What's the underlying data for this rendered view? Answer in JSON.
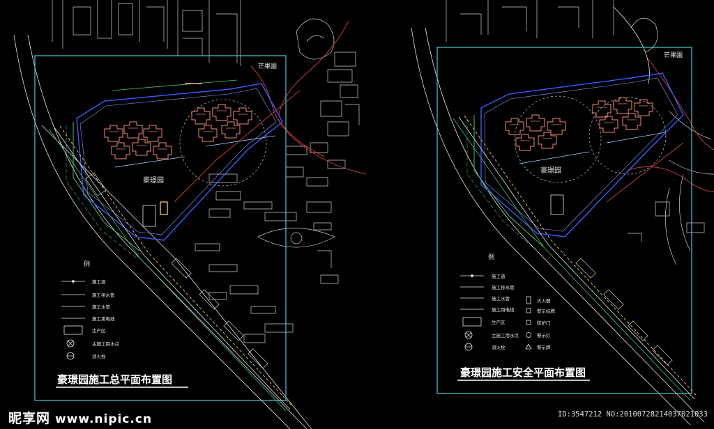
{
  "panels": [
    {
      "title": "豪璟园施工总平面布置图",
      "site_label": "豪璟园",
      "road_label": "芒果園",
      "legend_head": "例",
      "legend_left": [
        "施工道",
        "施工排水管",
        "施工水管",
        "施工用电线",
        "生产区",
        "主施工用水点",
        "消火栓"
      ],
      "legend_right": []
    },
    {
      "title": "豪璟园施工安全平面布置图",
      "site_label": "豪璟园",
      "road_label": "芒果園",
      "legend_head": "例",
      "legend_left": [
        "施工道",
        "施工排水管",
        "施工水管",
        "施工用电线",
        "生产区",
        "主施工用水点",
        "消火栓"
      ],
      "legend_right": [
        "灭火器",
        "警示标牌",
        "防护门",
        "警示灯",
        "警示牌"
      ]
    }
  ],
  "watermark": {
    "brand": "昵享网",
    "url": "www.nipic.cn",
    "id_text": "ID:3547212 NO:20100728214037021033"
  },
  "colors": {
    "frame": "#49c9d3",
    "site_boundary": "#3b5cff",
    "building": "#f08a78",
    "cad_white": "#e6e6e6",
    "cad_green": "#3fc46a",
    "cad_yellow": "#ffe35a",
    "cad_red": "#e05555"
  }
}
